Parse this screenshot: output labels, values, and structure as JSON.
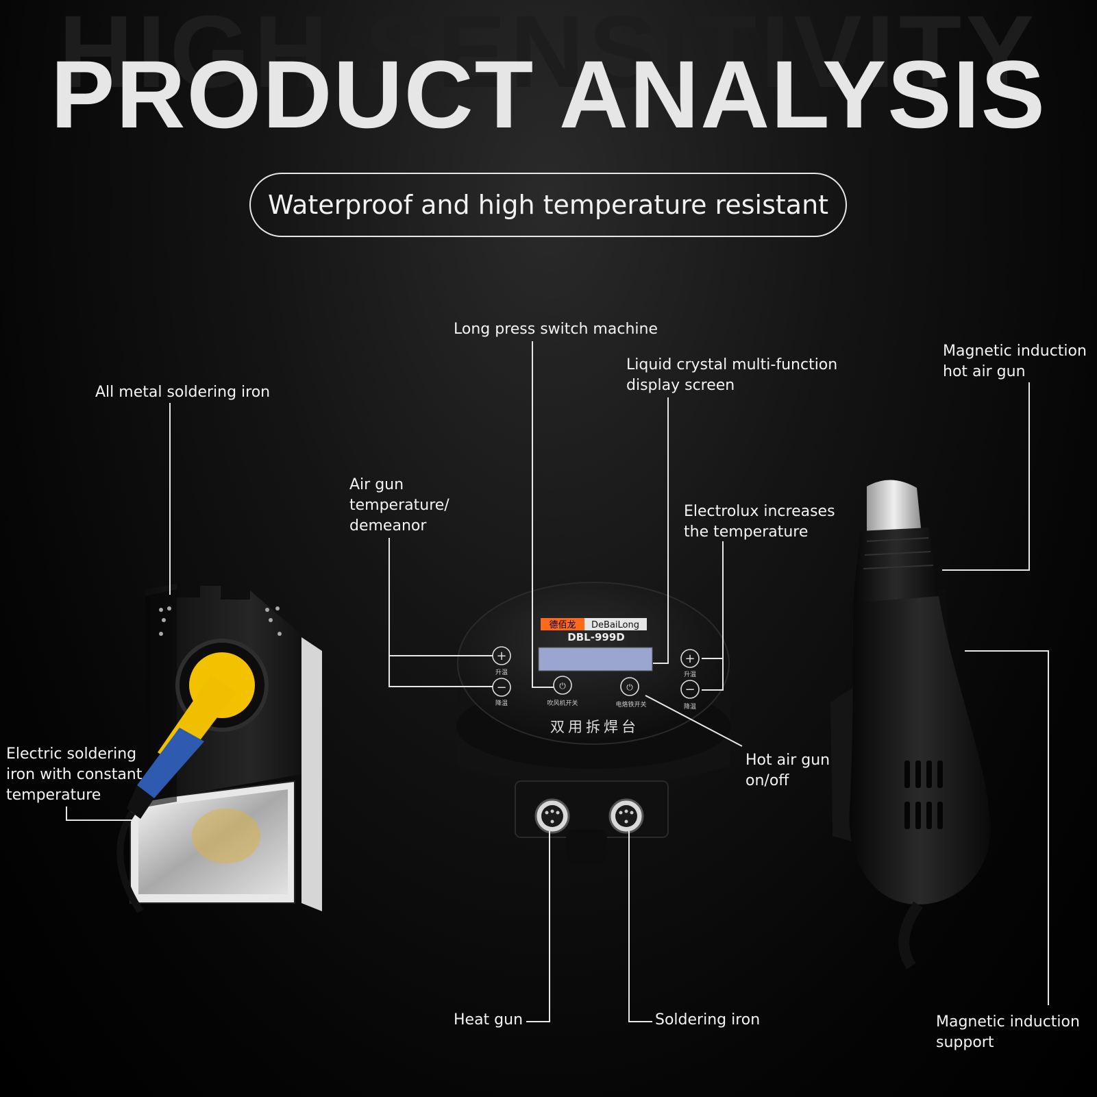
{
  "background_text": "HIGH SENSITIVITY",
  "title": "PRODUCT ANALYSIS",
  "subtitle": "Waterproof and high temperature resistant",
  "colors": {
    "background": "#000000",
    "text": "#f4f4f4",
    "stand_accent": "#f2c100",
    "handle_blue": "#2e5bb0",
    "brand_orange": "#ff6a1a"
  },
  "device": {
    "brand_cn": "德佰龙",
    "brand": "DeBaiLong",
    "model": "DBL-999D",
    "name_cn": "双用拆焊台",
    "btn_up_left": "升温",
    "btn_down_left": "降温",
    "btn_air_power": "吹风机开关",
    "btn_iron_power": "电烙铁开关",
    "btn_up_right": "升温",
    "btn_down_right": "降温"
  },
  "labels": {
    "long_press": "Long press switch machine",
    "lcd_line1": "Liquid crystal multi-function",
    "lcd_line2": "display screen",
    "mag_gun_line1": "Magnetic induction",
    "mag_gun_line2": "hot air gun",
    "metal_iron": "All metal soldering iron",
    "air_temp_line1": "Air gun",
    "air_temp_line2": "temperature/",
    "air_temp_line3": "demeanor",
    "electrolux_line1": "Electrolux increases",
    "electrolux_line2": "the temperature",
    "const_line1": "Electric soldering",
    "const_line2": "iron with constant",
    "const_line3": "temperature",
    "hot_air_line1": "Hot air gun",
    "hot_air_line2": "on/off",
    "heat_gun": "Heat gun",
    "soldering_iron": "Soldering iron",
    "mag_support_line1": "Magnetic induction",
    "mag_support_line2": "support"
  }
}
